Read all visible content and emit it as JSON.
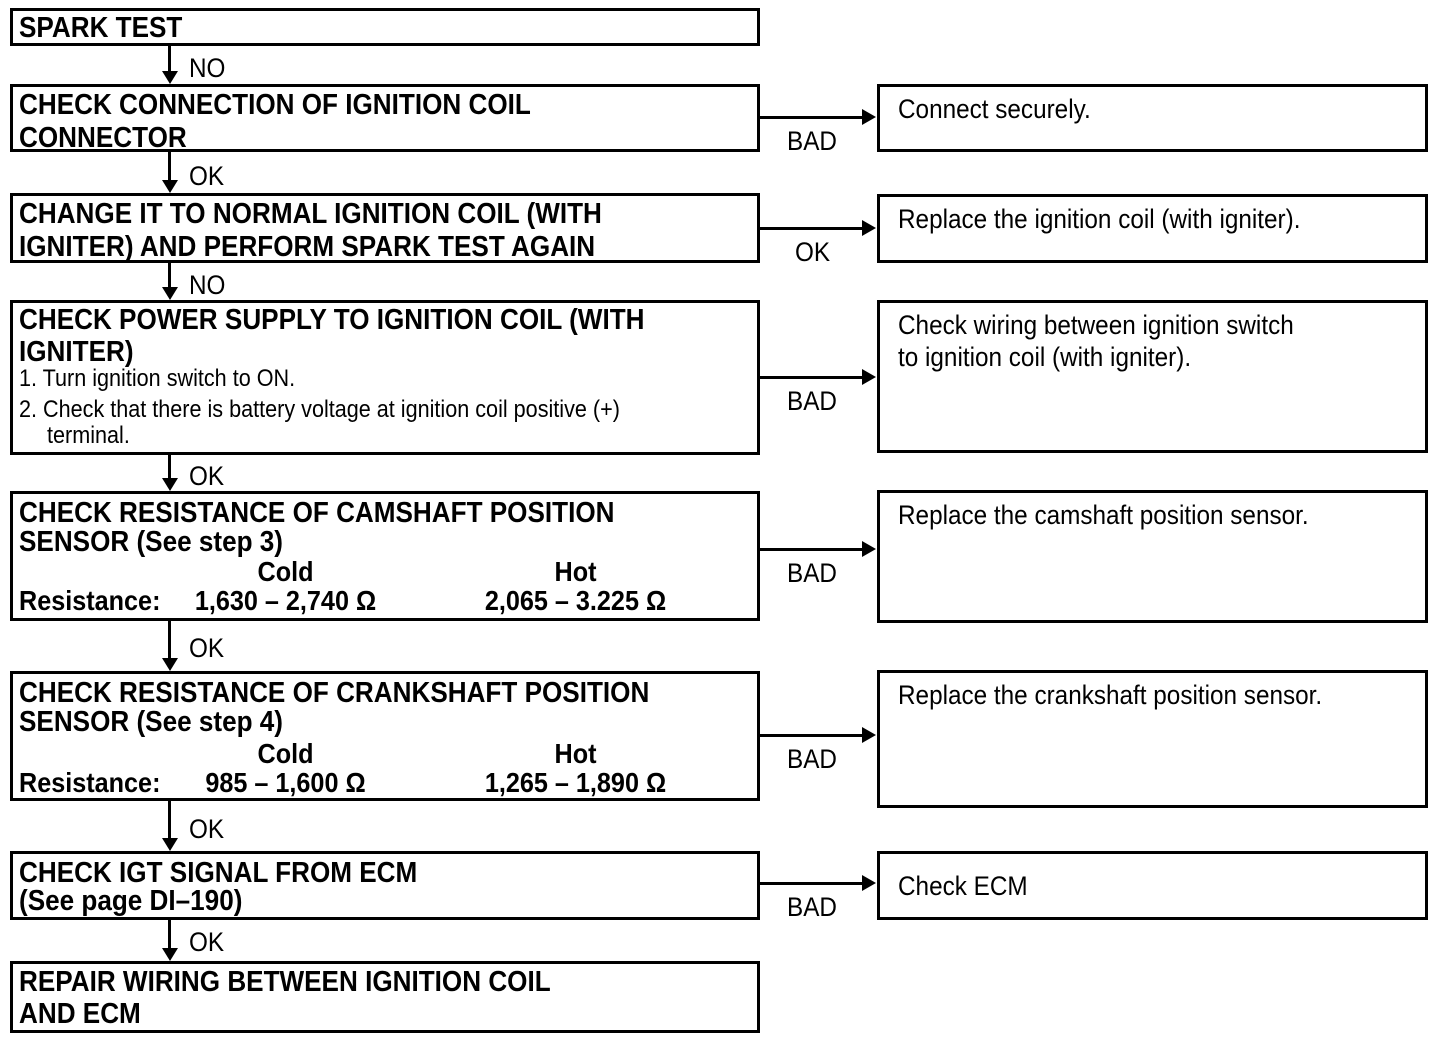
{
  "boxes": {
    "spark_test": {
      "l1": "SPARK TEST"
    },
    "check_connection": {
      "l1": "CHECK CONNECTION OF IGNITION COIL",
      "l2": "CONNECTOR"
    },
    "change_coil": {
      "l1": "CHANGE IT TO NORMAL IGNITION COIL (WITH",
      "l2": "IGNITER) AND PERFORM SPARK TEST AGAIN"
    },
    "check_power": {
      "l1": "CHECK POWER SUPPLY TO IGNITION COIL (WITH",
      "l2": "IGNITER)",
      "step1": "1. Turn ignition switch to ON.",
      "step2": "2. Check that there is battery voltage at ignition coil positive (+)",
      "step2b": "terminal."
    },
    "camshaft": {
      "l1": "CHECK RESISTANCE OF CAMSHAFT POSITION",
      "l2": "SENSOR (See step 3)",
      "cold_header": "Cold",
      "hot_header": "Hot",
      "res_label": "Resistance:",
      "cold_value": "1,630 – 2,740 Ω",
      "hot_value": "2,065 – 3.225 Ω"
    },
    "crankshaft": {
      "l1": "CHECK RESISTANCE OF CRANKSHAFT POSITION",
      "l2": "SENSOR (See step 4)",
      "cold_header": "Cold",
      "hot_header": "Hot",
      "res_label": "Resistance:",
      "cold_value": "985 – 1,600 Ω",
      "hot_value": "1,265 – 1,890 Ω"
    },
    "check_igt": {
      "l1": "CHECK IGT SIGNAL FROM ECM",
      "l2": "(See page DI–190)"
    },
    "repair_wiring": {
      "l1": "REPAIR WIRING BETWEEN IGNITION COIL",
      "l2": "AND ECM"
    }
  },
  "results": {
    "connect_securely": "Connect securely.",
    "replace_coil": "Replace the ignition coil (with igniter).",
    "check_wiring_l1": "Check wiring between ignition switch",
    "check_wiring_l2": "to ignition coil (with igniter).",
    "replace_camshaft": "Replace the camshaft position sensor.",
    "replace_crankshaft": "Replace the crankshaft position sensor.",
    "check_ecm": "Check ECM"
  },
  "labels": {
    "down1": "NO",
    "down2": "OK",
    "down3": "NO",
    "down4": "OK",
    "down5": "OK",
    "down6": "OK",
    "down7": "OK",
    "side1": "BAD",
    "side2": "OK",
    "side3": "BAD",
    "side4": "BAD",
    "side5": "BAD",
    "side6": "BAD"
  },
  "colors": {
    "ink": "#000000",
    "paper": "#ffffff"
  }
}
